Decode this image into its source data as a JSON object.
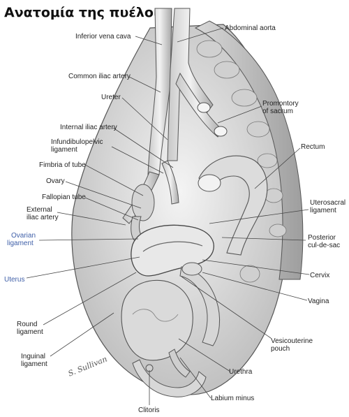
{
  "title": "Ανατομία της πυέλου",
  "signature": "S. Sullivan",
  "labels": {
    "inferior_vena_cava": "Inferior vena cava",
    "abdominal_aorta": "Abdominal aorta",
    "common_iliac_artery": "Common iliac artery",
    "ureter": "Ureter",
    "promontory_of_sacrum_1": "Promontory",
    "promontory_of_sacrum_2": "of sacrum",
    "internal_iliac_artery": "Internal iliac artery",
    "infundibulopelvic_ligament_1": "Infundibulopelvic",
    "infundibulopelvic_ligament_2": "ligament",
    "rectum": "Rectum",
    "fimbria_of_tube": "Fimbria of tube",
    "ovary": "Ovary",
    "fallopian_tube": "Fallopian tube",
    "external_iliac_artery_1": "External",
    "external_iliac_artery_2": "iliac artery",
    "uterosacral_ligament_1": "Uterosacral",
    "uterosacral_ligament_2": "ligament",
    "ovarian_ligament_1": "Ovarian",
    "ovarian_ligament_2": "ligament",
    "posterior_cul_de_sac_1": "Posterior",
    "posterior_cul_de_sac_2": "cul-de-sac",
    "uterus": "Uterus",
    "cervix": "Cervix",
    "vagina": "Vagina",
    "round_ligament_1": "Round",
    "round_ligament_2": "ligament",
    "vesicouterine_pouch_1": "Vesicouterine",
    "vesicouterine_pouch_2": "pouch",
    "inguinal_ligament_1": "Inguinal",
    "inguinal_ligament_2": "ligament",
    "urethra": "Urethra",
    "labium_minus": "Labium minus",
    "clitoris": "Clitoris"
  },
  "colors": {
    "label_text": "#222222",
    "highlight_label": "#3f5fa8",
    "drawing_stroke": "#555555",
    "drawing_fill": "#e6e6e6"
  }
}
